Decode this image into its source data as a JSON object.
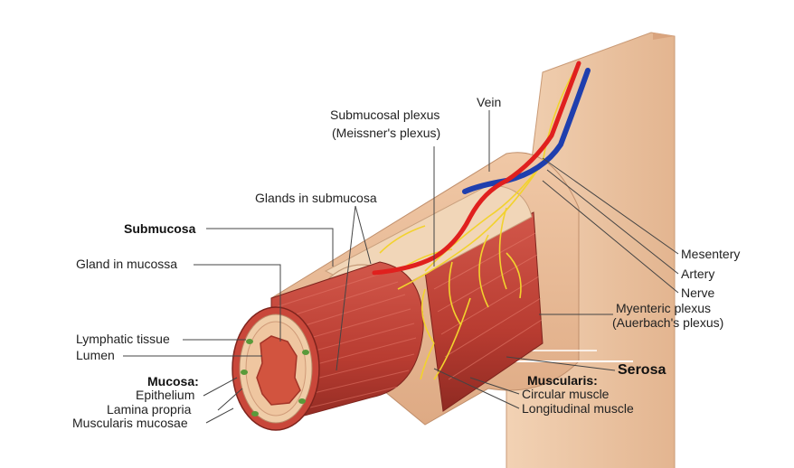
{
  "labels": {
    "vein": "Vein",
    "submucosal_plexus": [
      "Submucosal plexus",
      "(Meissner's plexus)"
    ],
    "glands_in_submucosa": "Glands in submucosa",
    "submucosa": "Submucosa",
    "gland_in_mucosa": "Gland in mucossa",
    "lymphatic_tissue": "Lymphatic tissue",
    "lumen": "Lumen",
    "mucosa": "Mucosa:",
    "epithelium": "Epithelium",
    "lamina_propria": "Lamina propria",
    "muscularis_mucosae": "Muscularis mucosae",
    "mesentery": "Mesentery",
    "artery": "Artery",
    "nerve": "Nerve",
    "myenteric_plexus": [
      "Myenteric plexus",
      "(Auerbach's plexus)"
    ],
    "serosa": "Serosa",
    "muscularis": "Muscularis:",
    "circular_muscle": "Circular muscle",
    "longitudinal_muscle": "Longitudinal muscle"
  },
  "colors": {
    "tissue_pale": "#efc9a4",
    "tissue_mid": "#e2ad86",
    "muscle": "#c8463a",
    "muscle_dark": "#9e2e26",
    "lumen": "#d85b48",
    "artery": "#e0201e",
    "vein": "#1f3fae",
    "nerve": "#f2d22e",
    "lymph": "#5a9a3a"
  }
}
